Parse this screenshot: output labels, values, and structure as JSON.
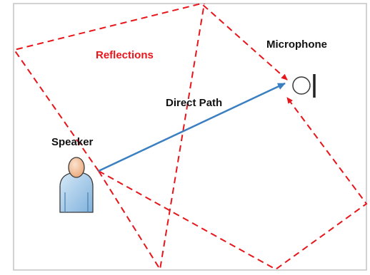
{
  "labels": {
    "reflections": "Reflections",
    "microphone": "Microphone",
    "direct_path": "Direct Path",
    "speaker": "Speaker"
  },
  "colors": {
    "reflection": "#e8151b",
    "direct_path": "#3a7fc1",
    "border": "#c4c4c4",
    "text": "#111111",
    "speaker_body": "#a9cdea",
    "speaker_head": "#f4c8a3",
    "speaker_outline": "#3a3a3a"
  },
  "icons": {
    "speaker": "person-icon",
    "microphone": "microphone-icon"
  }
}
